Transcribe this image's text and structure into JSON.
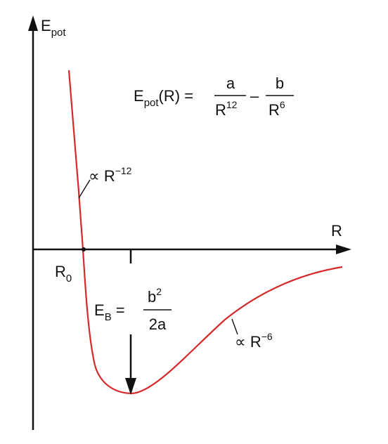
{
  "axes": {
    "y_label_main": "E",
    "y_label_sub": "pot",
    "x_label": "R"
  },
  "formula": {
    "lhs_main": "E",
    "lhs_sub": "pot",
    "lhs_arg": "(R) =",
    "term1_numerator": "a",
    "term1_denominator_base": "R",
    "term1_denominator_exp": "12",
    "minus": "–",
    "term2_numerator": "b",
    "term2_denominator_base": "R",
    "term2_denominator_exp": "6"
  },
  "annotations": {
    "repulsive": {
      "prefix": "∝ R",
      "exponent": "−12"
    },
    "attractive": {
      "prefix": "∝ R",
      "exponent": "−6"
    },
    "r0": {
      "main": "R",
      "sub": "0"
    },
    "binding_energy": {
      "lhs_main": "E",
      "lhs_sub": "B",
      "equals": "=",
      "numerator_base": "b",
      "numerator_exp": "2",
      "denominator": "2a"
    }
  },
  "colors": {
    "curve": "#d42a2a",
    "axes": "#111111"
  }
}
